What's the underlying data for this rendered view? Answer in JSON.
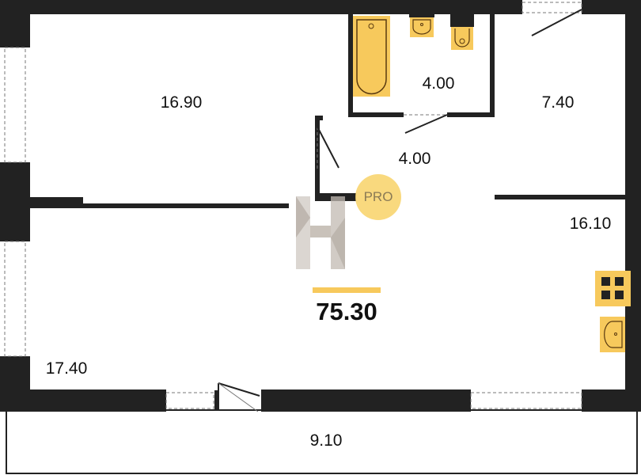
{
  "plan": {
    "rooms": [
      {
        "id": "bedroom",
        "area": "16.90"
      },
      {
        "id": "bathroom",
        "area": "4.00"
      },
      {
        "id": "entry",
        "area": "7.40"
      },
      {
        "id": "hall",
        "area": "4.00"
      },
      {
        "id": "kitchen",
        "area": "16.10"
      },
      {
        "id": "living",
        "area": "17.40"
      },
      {
        "id": "balcony",
        "area": "9.10"
      }
    ],
    "total_area": "75.30",
    "badge": "PRO",
    "colors": {
      "wall": "#222222",
      "fixture": "#f7c95c",
      "fixture_outline": "#5a3a10",
      "badge": "#f8d267",
      "accent_bar": "#f7c95c"
    }
  }
}
